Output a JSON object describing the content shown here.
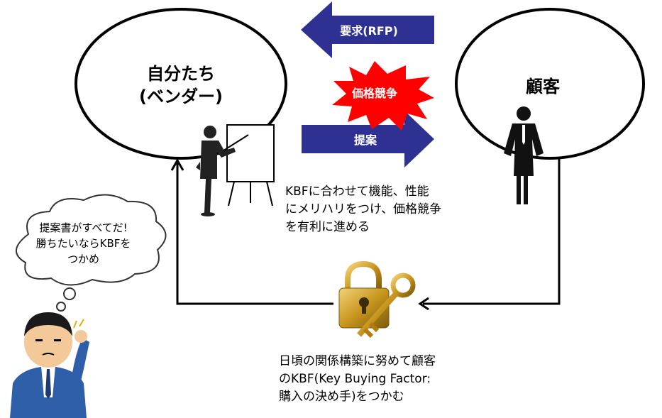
{
  "vendor": {
    "title_line1": "自分たち",
    "title_line2": "(ベンダー)"
  },
  "customer": {
    "title": "顧客"
  },
  "arrows": {
    "rfp_label": "要求(RFP)",
    "proposal_label": "提案",
    "price_label": "価格競争"
  },
  "kbf_note": {
    "lines": [
      "KBFに合わせて機能、性能",
      "にメリハリをつけ、価格競争",
      "を有利に進める"
    ]
  },
  "bottom_note": {
    "lines": [
      "日頃の関係構築に努めて顧客",
      "のKBF(Key Buying Factor:",
      "購入の決め手)をつかむ"
    ]
  },
  "thought_bubble": {
    "lines": [
      "提案書がすべてだ!",
      "勝ちたいならKBFを",
      "つかめ"
    ]
  },
  "colors": {
    "arrow_blue": "#2e3192",
    "burst_red": "#ff0000",
    "key_gold": "#c8961e",
    "suit_blue": "#2f5fa8"
  },
  "icons": [
    "presenter-silhouette-icon",
    "businessman-silhouette-icon",
    "padlock-key-icon",
    "thinking-man-icon"
  ]
}
